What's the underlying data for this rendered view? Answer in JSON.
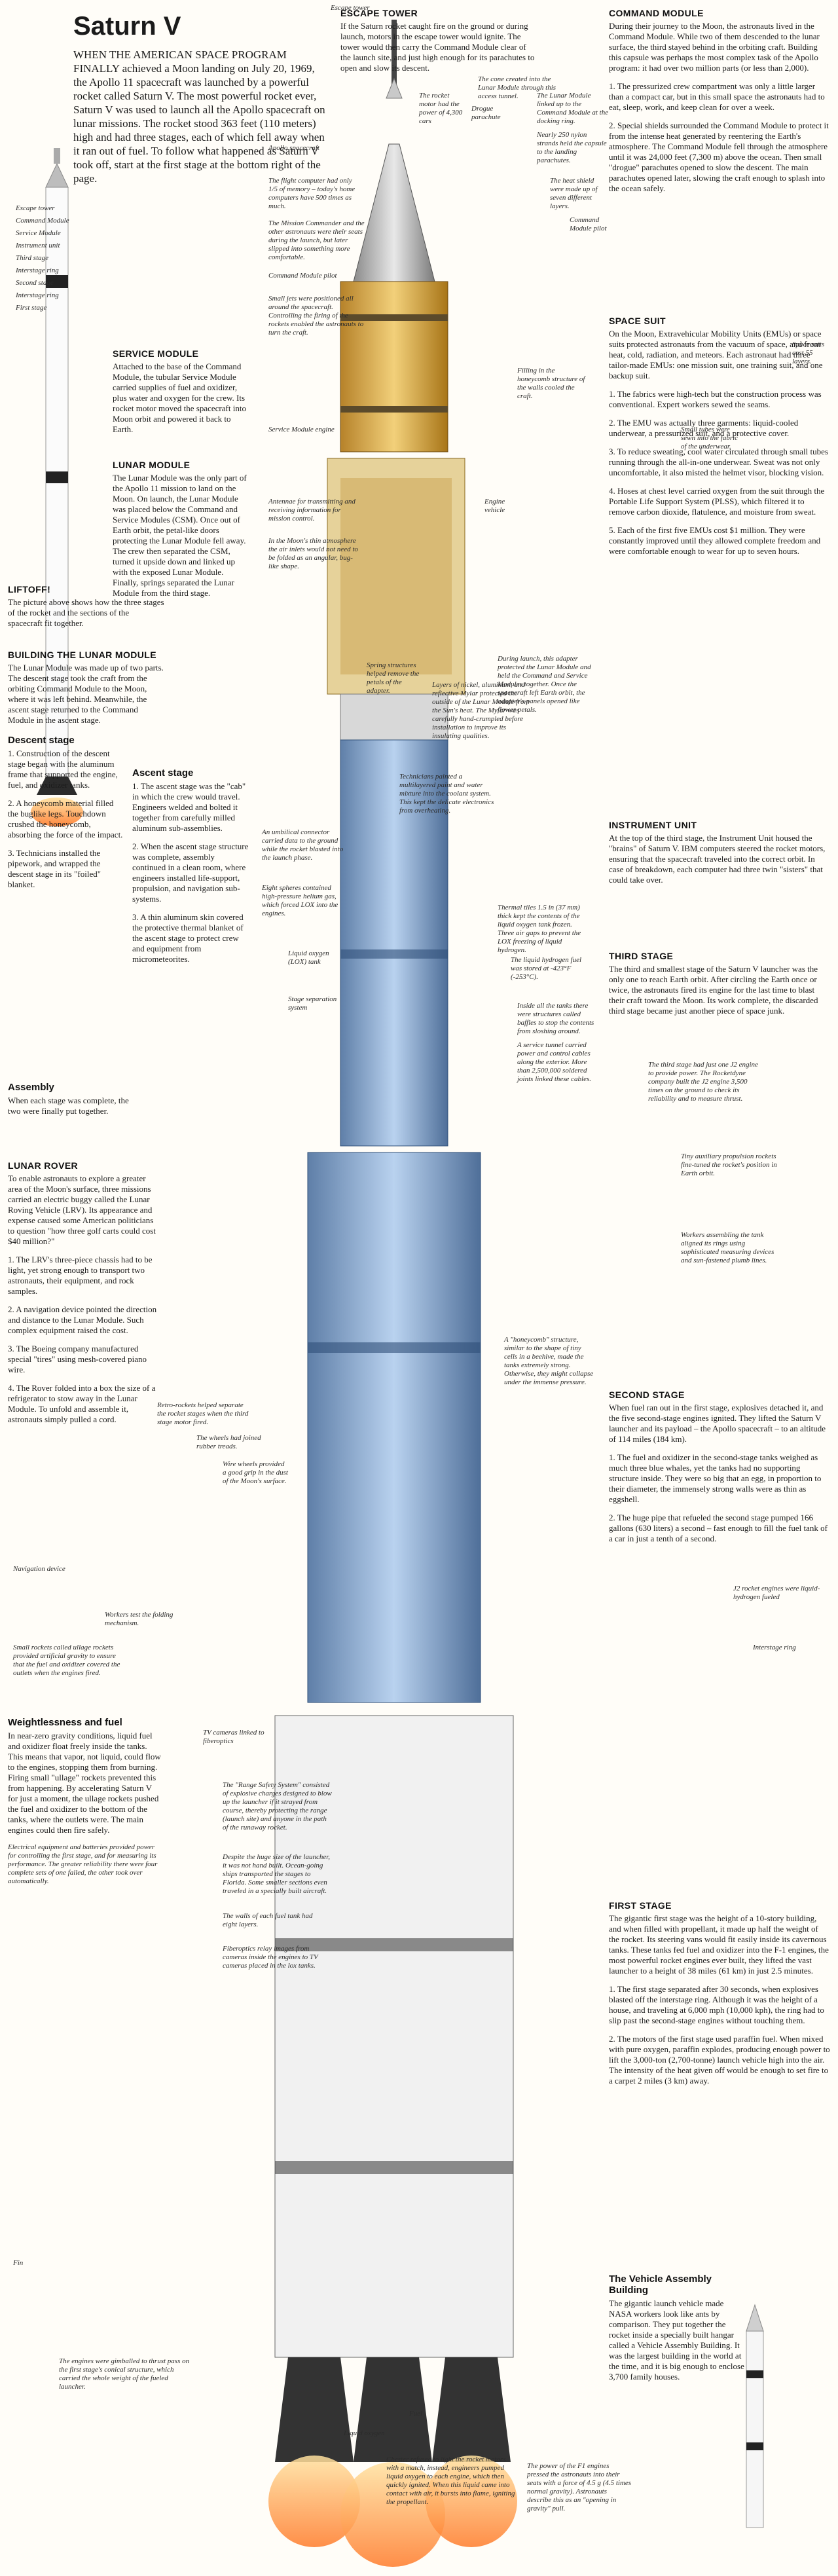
{
  "title": "Saturn V",
  "intro": "WHEN THE AMERICAN SPACE PROGRAM FINALLY achieved a Moon landing on July 20, 1969, the Apollo 11 spacecraft was launched by a powerful rocket called Saturn V. The most powerful rocket ever, Saturn V was used to launch all the Apollo spacecraft on lunar missions. The rocket stood 363 feet (110 meters) high and had three stages, each of which fell away when it ran out of fuel. To follow what happened as Saturn V took off, start at the first stage at the bottom right of the page.",
  "left_small_labels": [
    "Escape tower",
    "Command Module",
    "Service Module",
    "Instrument unit",
    "Third stage",
    "Interstage ring",
    "Second stage",
    "Interstage ring",
    "First stage"
  ],
  "sections": {
    "service_module": {
      "title": "SERVICE MODULE",
      "text": "Attached to the base of the Command Module, the tubular Service Module carried supplies of fuel and oxidizer, plus water and oxygen for the crew. Its rocket motor moved the spacecraft into Moon orbit and powered it back to Earth."
    },
    "lunar_module": {
      "title": "LUNAR MODULE",
      "text": "The Lunar Module was the only part of the Apollo 11 mission to land on the Moon. On launch, the Lunar Module was placed below the Command and Service Modules (CSM). Once out of Earth orbit, the petal-like doors protecting the Lunar Module fell away. The crew then separated the CSM, turned it upside down and linked up with the exposed Lunar Module. Finally, springs separated the Lunar Module from the third stage."
    },
    "liftoff": {
      "title": "LIFTOFF!",
      "text": "The picture above shows how the three stages of the rocket and the sections of the spacecraft fit together."
    },
    "building_lm": {
      "title": "BUILDING THE LUNAR MODULE",
      "text": "The Lunar Module was made up of two parts. The descent stage took the craft from the orbiting Command Module to the Moon, where it was left behind. Meanwhile, the ascent stage returned to the Command Module in the ascent stage."
    },
    "descent": {
      "title": "Descent stage",
      "items": [
        "1. Construction of the descent stage began with the aluminum frame that supported the engine, fuel, and oxidizer tanks.",
        "2. A honeycomb material filled the buglike legs. Touchdown crushed the honeycomb, absorbing the force of the impact.",
        "3. Technicians installed the pipework, and wrapped the descent stage in its \"foiled\" blanket."
      ]
    },
    "ascent": {
      "title": "Ascent stage",
      "items": [
        "1. The ascent stage was the \"cab\" in which the crew would travel. Engineers welded and bolted it together from carefully milled aluminum sub-assemblies.",
        "2. When the ascent stage structure was complete, assembly continued in a clean room, where engineers installed life-support, propulsion, and navigation sub-systems.",
        "3. A thin aluminum skin covered the protective thermal blanket of the ascent stage to protect crew and equipment from micrometeorites."
      ]
    },
    "assembly": {
      "title": "Assembly",
      "text": "When each stage was complete, the two were finally put together."
    },
    "lunar_rover": {
      "title": "LUNAR ROVER",
      "text": "To enable astronauts to explore a greater area of the Moon's surface, three missions carried an electric buggy called the Lunar Roving Vehicle (LRV). Its appearance and expense caused some American politicians to question \"how three golf carts could cost $40 million?\"",
      "items": [
        "1. The LRV's three-piece chassis had to be light, yet strong enough to transport two astronauts, their equipment, and rock samples.",
        "2. A navigation device pointed the direction and distance to the Lunar Module. Such complex equipment raised the cost.",
        "3. The Boeing company manufactured special \"tires\" using mesh-covered piano wire.",
        "4. The Rover folded into a box the size of a refrigerator to stow away in the Lunar Module. To unfold and assemble it, astronauts simply pulled a cord."
      ]
    },
    "weightlessness": {
      "title": "Weightlessness and fuel",
      "text": "In near-zero gravity conditions, liquid fuel and oxidizer float freely inside the tanks. This means that vapor, not liquid, could flow to the engines, stopping them from burning. Firing small \"ullage\" rockets prevented this from happening. By accelerating Saturn V for just a moment, the ullage rockets pushed the fuel and oxidizer to the bottom of the tanks, where the outlets were. The main engines could then fire safely."
    },
    "escape_tower": {
      "title": "ESCAPE TOWER",
      "text": "If the Saturn rocket caught fire on the ground or during launch, motors in the escape tower would ignite. The tower would then carry the Command Module clear of the launch site, and just high enough for its parachutes to open and slow its descent."
    },
    "command_module": {
      "title": "COMMAND MODULE",
      "text": "During their journey to the Moon, the astronauts lived in the Command Module. While two of them descended to the lunar surface, the third stayed behind in the orbiting craft. Building this capsule was perhaps the most complex task of the Apollo program: it had over two million parts (or less than 2,000).",
      "items": [
        "1. The pressurized crew compartment was only a little larger than a compact car, but in this small space the astronauts had to eat, sleep, work, and keep clean for over a week.",
        "2. Special shields surrounded the Command Module to protect it from the intense heat generated by reentering the Earth's atmosphere. The Command Module fell through the atmosphere until it was 24,000 feet (7,300 m) above the ocean. Then small \"drogue\" parachutes opened to slow the descent. The main parachutes opened later, slowing the craft enough to splash into the ocean safely."
      ]
    },
    "space_suit": {
      "title": "SPACE SUIT",
      "text": "On the Moon, Extravehicular Mobility Units (EMUs) or space suits protected astronauts from the vacuum of space, and from heat, cold, radiation, and meteors. Each astronaut had three tailor-made EMUs: one mission suit, one training suit, and one backup suit.",
      "items": [
        "1. The fabrics were high-tech but the construction process was conventional. Expert workers sewed the seams.",
        "2. The EMU was actually three garments: liquid-cooled underwear, a pressurized suit, and a protective cover.",
        "3. To reduce sweating, cool water circulated through small tubes running through the all-in-one underwear. Sweat was not only uncomfortable, it also misted the helmet visor, blocking vision.",
        "4. Hoses at chest level carried oxygen from the suit through the Portable Life Support System (PLSS), which filtered it to remove carbon dioxide, flatulence, and moisture from sweat.",
        "5. Each of the first five EMUs cost $1 million. They were constantly improved until they allowed complete freedom and were comfortable enough to wear for up to seven hours."
      ]
    },
    "instrument_unit": {
      "title": "INSTRUMENT UNIT",
      "text": "At the top of the third stage, the Instrument Unit housed the \"brains\" of Saturn V. IBM computers steered the rocket motors, ensuring that the spacecraft traveled into the correct orbit. In case of breakdown, each computer had three twin \"sisters\" that could take over."
    },
    "third_stage": {
      "title": "THIRD STAGE",
      "text": "The third and smallest stage of the Saturn V launcher was the only one to reach Earth orbit. After circling the Earth once or twice, the astronauts fired its engine for the last time to blast their craft toward the Moon. Its work complete, the discarded third stage became just another piece of space junk."
    },
    "second_stage": {
      "title": "SECOND STAGE",
      "text": "When fuel ran out in the first stage, explosives detached it, and the five second-stage engines ignited. They lifted the Saturn V launcher and its payload – the Apollo spacecraft – to an altitude of 114 miles (184 km).",
      "items": [
        "1. The fuel and oxidizer in the second-stage tanks weighed as much three blue whales, yet the tanks had no supporting structure inside. They were so big that an egg, in proportion to their diameter, the immensely strong walls were as thin as eggshell.",
        "2. The huge pipe that refueled the second stage pumped 166 gallons (630 liters) a second – fast enough to fill the fuel tank of a car in just a tenth of a second."
      ]
    },
    "first_stage": {
      "title": "FIRST STAGE",
      "text": "The gigantic first stage was the height of a 10-story building, and when filled with propellant, it made up half the weight of the rocket. Its steering vans would fit easily inside its cavernous tanks. These tanks fed fuel and oxidizer into the F-1 engines, the most powerful rocket engines ever built, they lifted the vast launcher to a height of 38 miles (61 km) in just 2.5 minutes.",
      "items": [
        "1. The first stage separated after 30 seconds, when explosives blasted off the interstage ring. Although it was the height of a house, and traveling at 6,000 mph (10,000 kph), the ring had to slip past the second-stage engines without touching them.",
        "2. The motors of the first stage used paraffin fuel. When mixed with pure oxygen, paraffin explodes, producing enough power to lift the 3,000-ton (2,700-tonne) launch vehicle high into the air. The intensity of the heat given off would be enough to set fire to a carpet 2 miles (3 km) away."
      ]
    },
    "vab": {
      "title": "The Vehicle Assembly Building",
      "text": "The gigantic launch vehicle made NASA workers look like ants by comparison. They put together the rocket inside a specially built hangar called a Vehicle Assembly Building. It was the largest building in the world at the time, and it is big enough to enclose 3,700 family houses."
    }
  },
  "callouts": {
    "apollo_spacecraft": "Apollo spacecraft",
    "flight_computer": "The flight computer had only 1/5 of memory – today's home computers have 500 times as much.",
    "mission_commander": "The Mission Commander and the other astronauts were their seats during the launch, but later slipped into something more comfortable.",
    "command_module_pilot": "Command Module pilot",
    "small_jets": "Small jets were positioned all around the spacecraft. Controlling the firing of the rockets enabled the astronauts to turn the craft.",
    "service_module_engine": "Service Module engine",
    "antennae": "Antennae for transmitting and receiving information for mission control.",
    "moons_atmosphere": "In the Moon's thin atmosphere the air inlets would not need to be folded as an angular, bug-like shape.",
    "escape_tower_small": "Escape tower",
    "cone_inside": "The cone created into the Lunar Module through this access tunnel.",
    "rocket_motor_power": "The rocket motor had the power of 4,300 cars",
    "drogue": "Drogue parachute",
    "lm_docking": "The Lunar Module linked up to the Command Module at the docking ring.",
    "thrusters": "Nearly 250 nylon strands held the capsule to the landing parachutes.",
    "heat_shield": "The heat shield were made up of seven different layers.",
    "command_module_pilot_right": "Command Module pilot",
    "honeycomb_structure": "Filling in the honeycomb structure of the walls cooled the craft.",
    "engine_vehicle": "Engine vehicle",
    "space_suit_cost": "Space suits cost 55 layers.",
    "small_tubes": "Small tubes were sewn into the fabric of the underwear.",
    "springs": "Spring structures helped remove the petals of the adapter.",
    "layers_foil": "Layers of nickel, aluminum, and reflective Mylar protected the outside of the Lunar Module from the Sun's heat. The Mylar was carefully hand-crumpled before installation to improve its insulating qualities.",
    "during_launch": "During launch, this adapter protected the Lunar Module and held the Command and Service Modules together. Once the spacecraft left Earth orbit, the adapter's panels opened like flower petals.",
    "technicians_padded": "Technicians painted a multilayered paint and water mixture into the coolant system. This kept the delicate electronics from overheating.",
    "antenna_connector": "An umbilical connector carried data to the ground while the rocket blasted into the launch phase.",
    "eight_spheres": "Eight spheres contained high-pressure helium gas, which forced LOX into the engines.",
    "liquid_oxygen": "Liquid oxygen (LOX) tank",
    "stage_separation": "Stage separation system",
    "thermal_tiles": "Thermal tiles 1.5 in (37 mm) thick kept the contents of the liquid oxygen tank frozen. Three air gaps to prevent the LOX freezing of liquid hydrogen.",
    "liquid_hydrogen": "The liquid hydrogen fuel was stored at -423°F (-253°C).",
    "baffles": "Inside all the tanks there were structures called baffles to stop the contents from sloshing around.",
    "service_tunnel": "A service tunnel carried power and control cables along the exterior. More than 2,500,000 soldered joints linked these cables.",
    "third_stage_engine": "The third stage had just one J2 engine to provide power. The Rocketdyne company built the J2 engine 3,500 times on the ground to check its reliability and to measure thrust.",
    "auxiliary_propulsion": "Tiny auxiliary propulsion rockets fine-tuned the rocket's position in Earth orbit.",
    "workers_assembling": "Workers assembling the tank aligned its rings using sophisticated measuring devices and sun-fastened plumb lines.",
    "honeycomb_second": "A \"honeycomb\" structure, similar to the shape of tiny cells in a beehive, made the tanks extremely strong. Otherwise, they might collapse under the immense pressure.",
    "retro_rockets": "Retro-rockets helped separate the rocket stages when the third stage motor fired.",
    "wheels": "The wheels had joined rubber treads.",
    "wire_wheels": "Wire wheels provided a good grip in the dust of the Moon's surface.",
    "nav_system": "Navigation device",
    "workers_folding": "Workers test the folding mechanism.",
    "j2_engines": "J2 rocket engines were liquid-hydrogen fueled",
    "interstage_ring_right": "Interstage ring",
    "small_rockets": "Small rockets called ullage rockets provided artificial gravity to ensure that the fuel and oxidizer covered the outlets when the engines fired.",
    "tv_cameras": "TV cameras linked to fiberoptics",
    "range_safety": "The \"Range Safety System\" consisted of explosive charges designed to blow up the launcher if it strayed from course, thereby protecting the range (launch site) and anyone in the path of the runaway rocket.",
    "despite_size": "Despite the huge size of the launcher, it was not hand built. Ocean-going ships transported the stages to Florida. Some smaller sections even traveled in a specially built aircraft.",
    "walls_each": "The walls of each fuel tank had eight layers.",
    "fiberoptics": "Fiberoptics relay images from cameras inside the engines to TV cameras placed in the lox tanks.",
    "electrical_equipment": "Electrical equipment and batteries provided power for controlling the first stage, and for measuring its performance. The greater reliability there were four complete sets of one failed, the other took over automatically.",
    "fin": "Fin",
    "engines_gimballed": "The engines were gimballed to thrust pass on the first stage's conical structure, which carried the whole weight of the fueled launcher.",
    "liquid_oxygen_bottom": "Liquid oxygen",
    "fuel": "Fuel",
    "chester": "Chester refused to light the rocket motors with a match, instead, engineers pumped liquid oxygen to each engine, which then quickly ignited. When this liquid came into contact with air, it bursts into flame, igniting the propellant.",
    "power_f1": "The power of the F1 engines pressed the astronauts into their seats with a force of 4.5 g (4.5 times normal gravity). Astronauts describe this as an \"opening in gravity\" pull."
  }
}
